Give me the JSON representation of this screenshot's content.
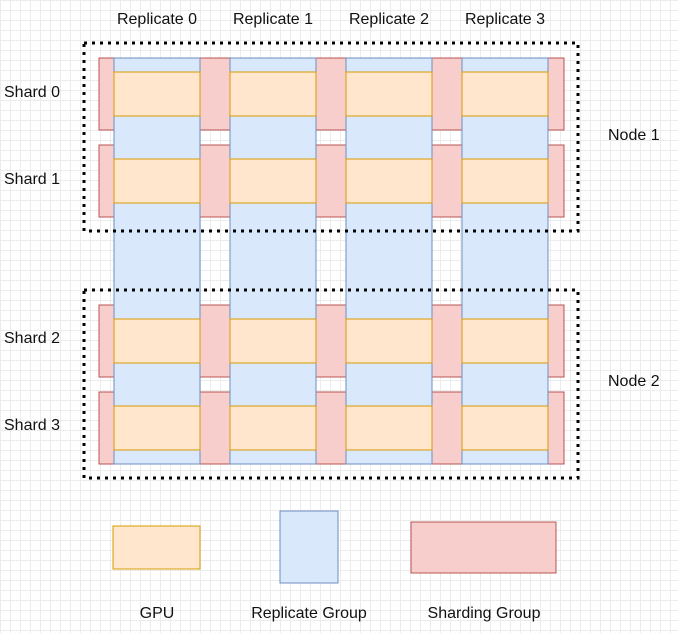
{
  "replicates": [
    "Replicate 0",
    "Replicate 1",
    "Replicate 2",
    "Replicate 3"
  ],
  "shards": [
    "Shard 0",
    "Shard 1",
    "Shard 2",
    "Shard 3"
  ],
  "nodes": [
    "Node 1",
    "Node 2"
  ],
  "legend": {
    "gpu": "GPU",
    "replicate_group": "Replicate Group",
    "sharding_group": "Sharding Group"
  },
  "colors": {
    "gpu_fill": "#ffe6cc",
    "gpu_stroke": "#d79b00",
    "replicate_fill": "#dae8fc",
    "replicate_stroke": "#6c8ebf",
    "sharding_fill": "#f8cecc",
    "sharding_stroke": "#b85450",
    "node_border": "#000000"
  }
}
